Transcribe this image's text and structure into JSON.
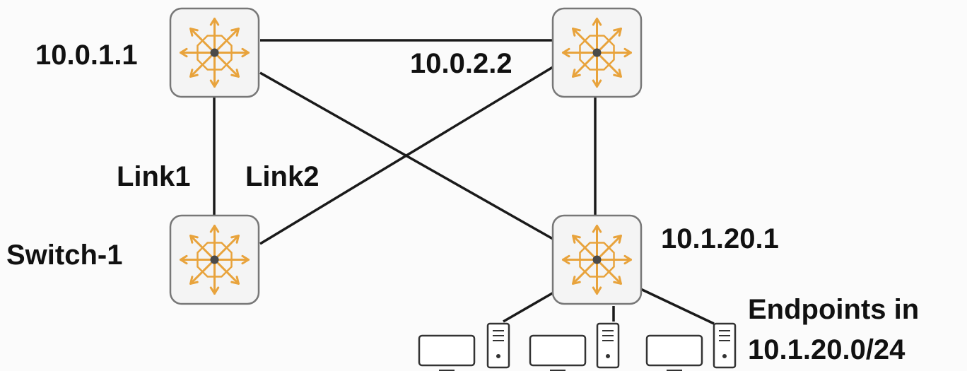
{
  "nodes": {
    "router_tl": {
      "label": "10.0.1.1",
      "icon": "router-arrows-icon"
    },
    "router_tr": {
      "label": "10.0.2.2",
      "icon": "router-arrows-icon"
    },
    "switch_1": {
      "label": "Switch-1",
      "icon": "router-arrows-icon"
    },
    "router_br": {
      "label": "10.1.20.1",
      "icon": "router-arrows-icon"
    }
  },
  "links": {
    "link1": "Link1",
    "link2": "Link2"
  },
  "endpoints": {
    "line1": "Endpoints in",
    "line2": "10.1.20.0/24",
    "devices": [
      "monitor-icon",
      "server-tower-icon",
      "monitor-icon",
      "server-tower-icon",
      "monitor-icon",
      "server-tower-icon"
    ]
  },
  "colors": {
    "icon_orange": "#e8a33c",
    "box_border": "#777777",
    "line": "#1a1a1a",
    "center_dot": "#4a4a4a"
  }
}
